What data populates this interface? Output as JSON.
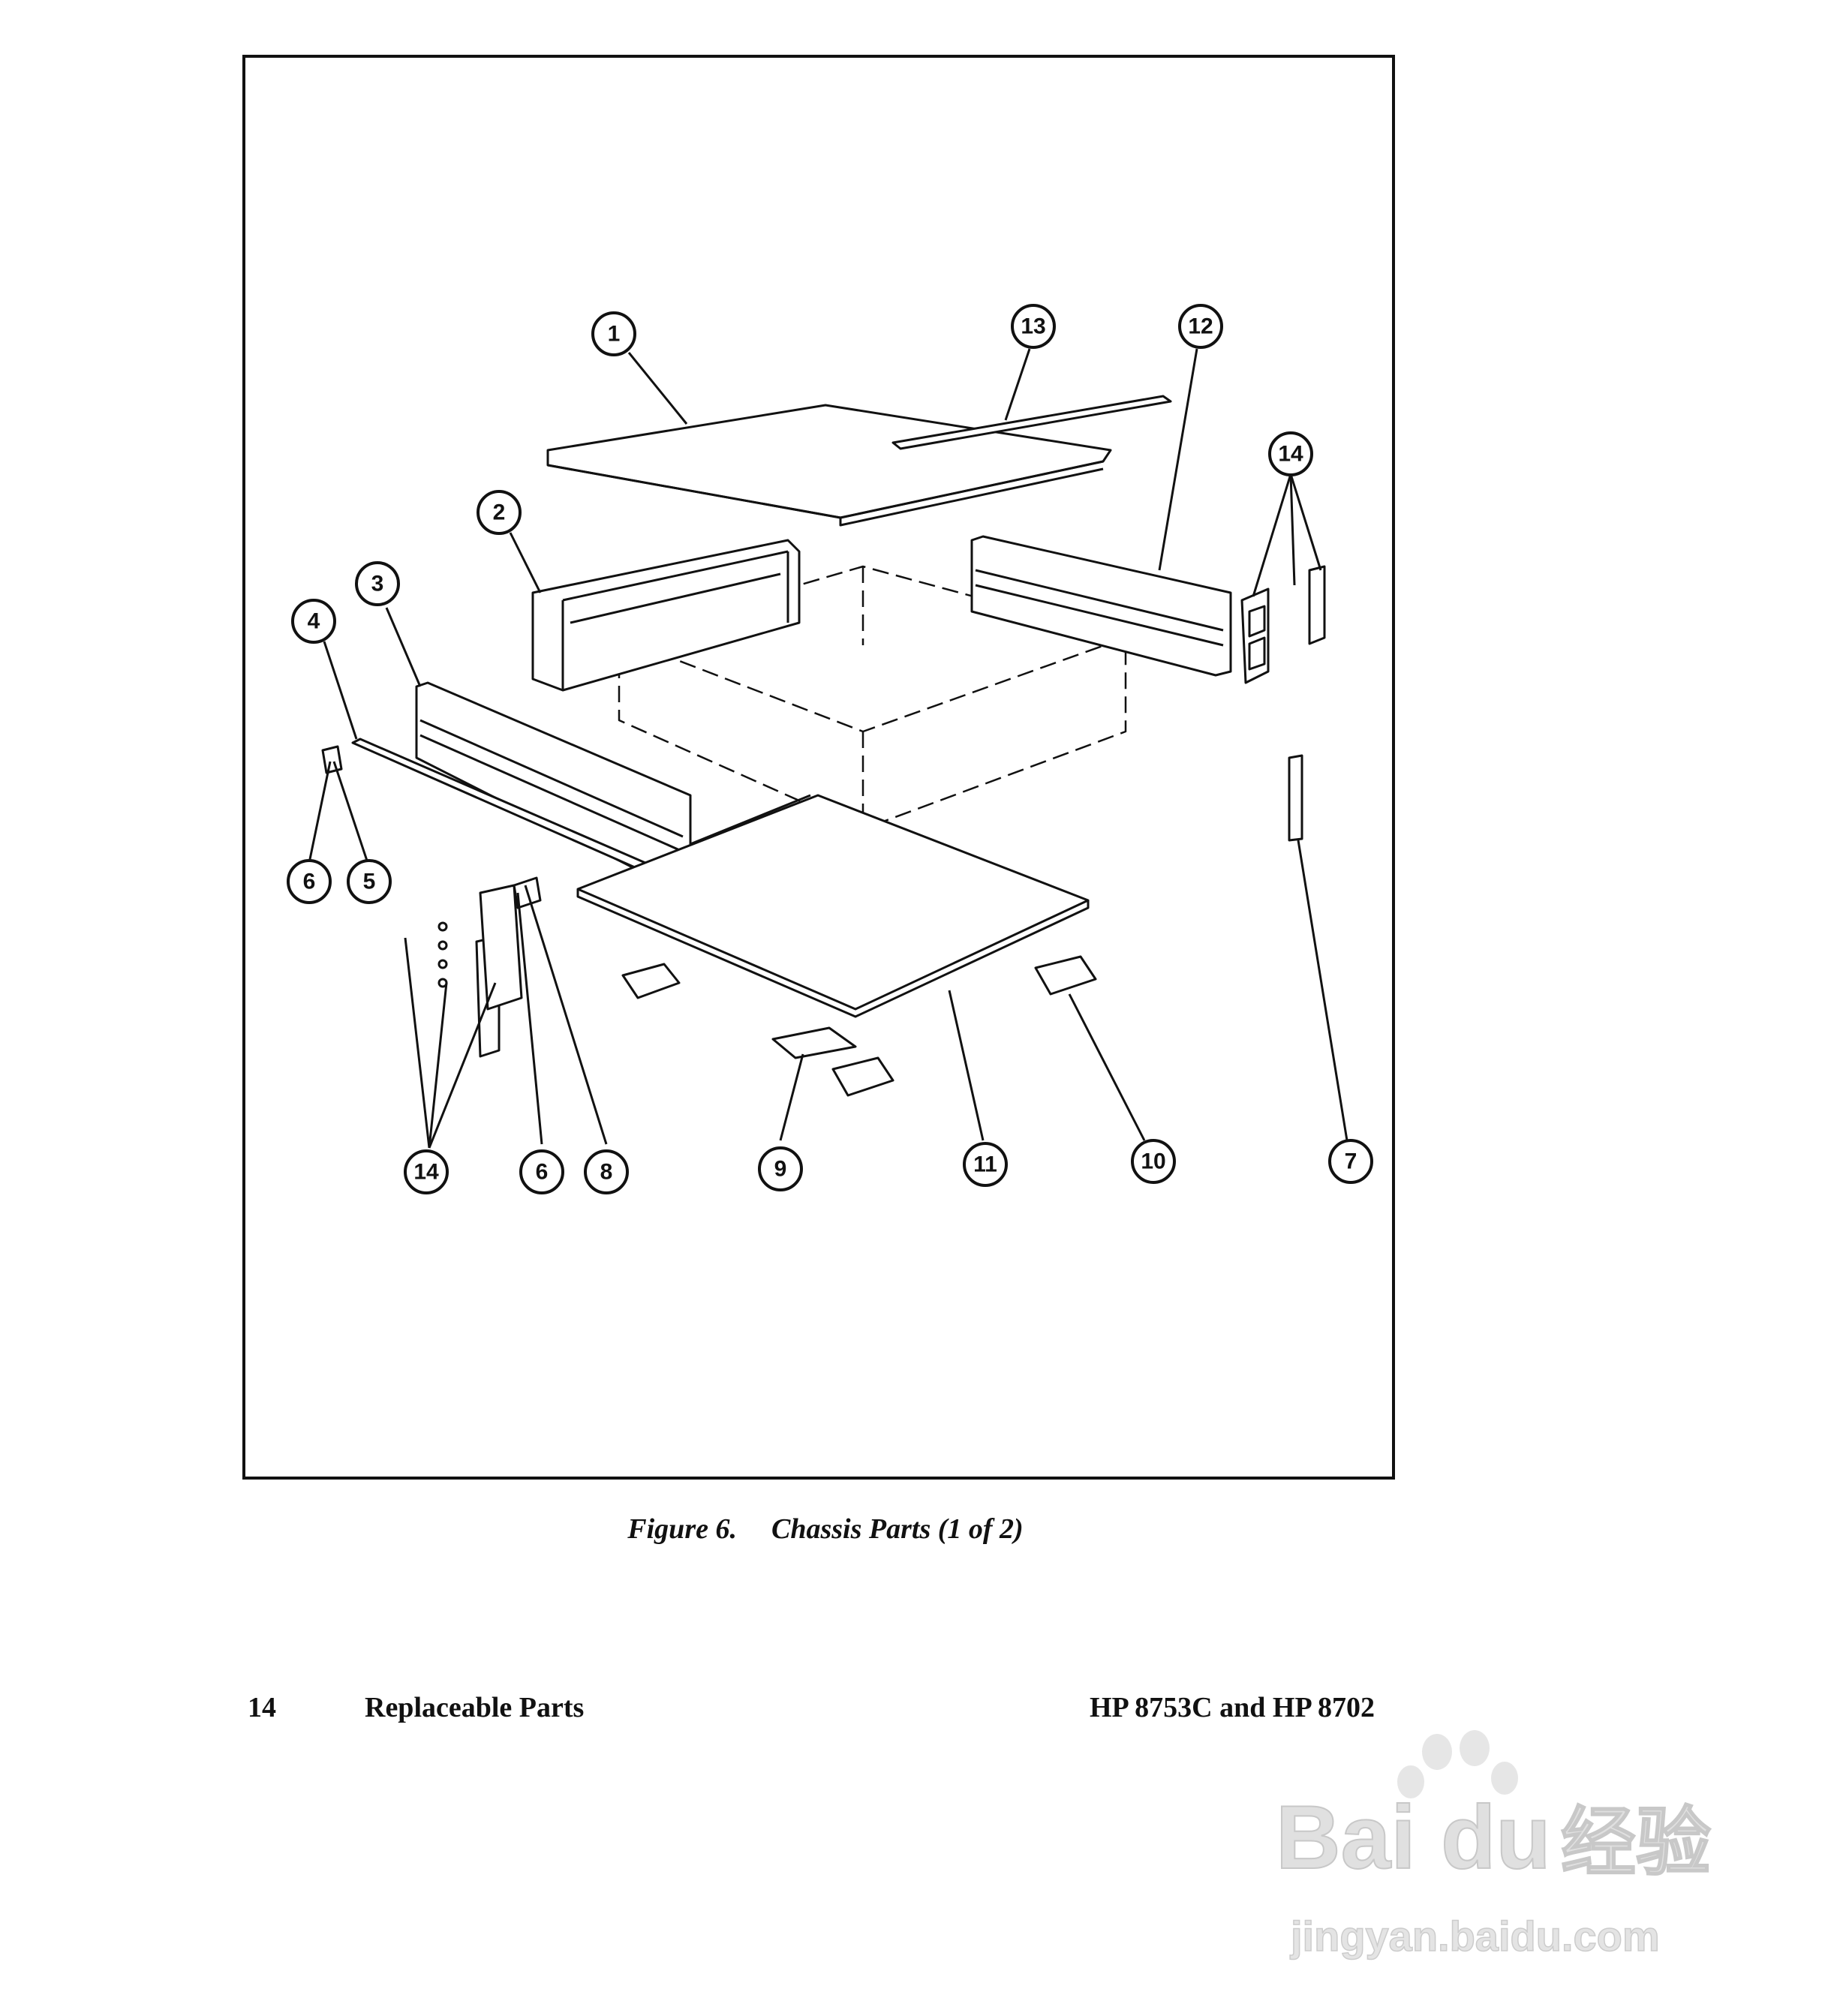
{
  "callouts": [
    {
      "id": "1",
      "label": "1"
    },
    {
      "id": "2",
      "label": "2"
    },
    {
      "id": "3",
      "label": "3"
    },
    {
      "id": "4",
      "label": "4"
    },
    {
      "id": "5",
      "label": "5"
    },
    {
      "id": "6a",
      "label": "6"
    },
    {
      "id": "6b",
      "label": "6"
    },
    {
      "id": "7",
      "label": "7"
    },
    {
      "id": "8",
      "label": "8"
    },
    {
      "id": "9",
      "label": "9"
    },
    {
      "id": "10",
      "label": "10"
    },
    {
      "id": "11",
      "label": "11"
    },
    {
      "id": "12",
      "label": "12"
    },
    {
      "id": "13",
      "label": "13"
    },
    {
      "id": "14a",
      "label": "14"
    },
    {
      "id": "14b",
      "label": "14"
    }
  ],
  "caption": {
    "label": "Figure 6.",
    "text": "Chassis Parts (1 of 2)"
  },
  "footer": {
    "page_number": "14",
    "section": "Replaceable Parts",
    "product": "HP 8753C and HP 8702"
  },
  "watermark": {
    "brand": "Bai du",
    "chinese": "经验",
    "url": "jingyan.baidu.com"
  },
  "colors": {
    "ink": "#111111",
    "watermark": "#dcdcdc"
  }
}
